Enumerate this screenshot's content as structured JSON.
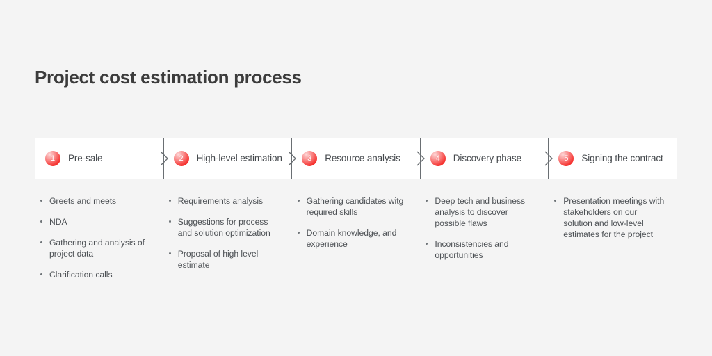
{
  "page": {
    "title": "Project cost estimation process",
    "background_color": "#f4f4f4",
    "accent_color": "#f5322f",
    "text_color": "#4d5155"
  },
  "steps": [
    {
      "number": "1",
      "label": "Pre-sale",
      "bullets": [
        "Greets and meets",
        "NDA",
        "Gathering and analysis of project data",
        "Clarification calls"
      ]
    },
    {
      "number": "2",
      "label": "High-level estimation",
      "bullets": [
        "Requirements analysis",
        "Suggestions for process and solution optimization",
        "Proposal of high level estimate"
      ]
    },
    {
      "number": "3",
      "label": "Resource analysis",
      "bullets": [
        "Gathering candidates witg required skills",
        "Domain knowledge, and experience"
      ]
    },
    {
      "number": "4",
      "label": "Discovery phase",
      "bullets": [
        "Deep tech and business analysis to discover possible flaws",
        "Inconsistencies and opportunities"
      ]
    },
    {
      "number": "5",
      "label": "Signing the contract",
      "bullets": [
        "Presentation meetings with stakeholders on our solution and low-level estimates for the project"
      ]
    }
  ]
}
